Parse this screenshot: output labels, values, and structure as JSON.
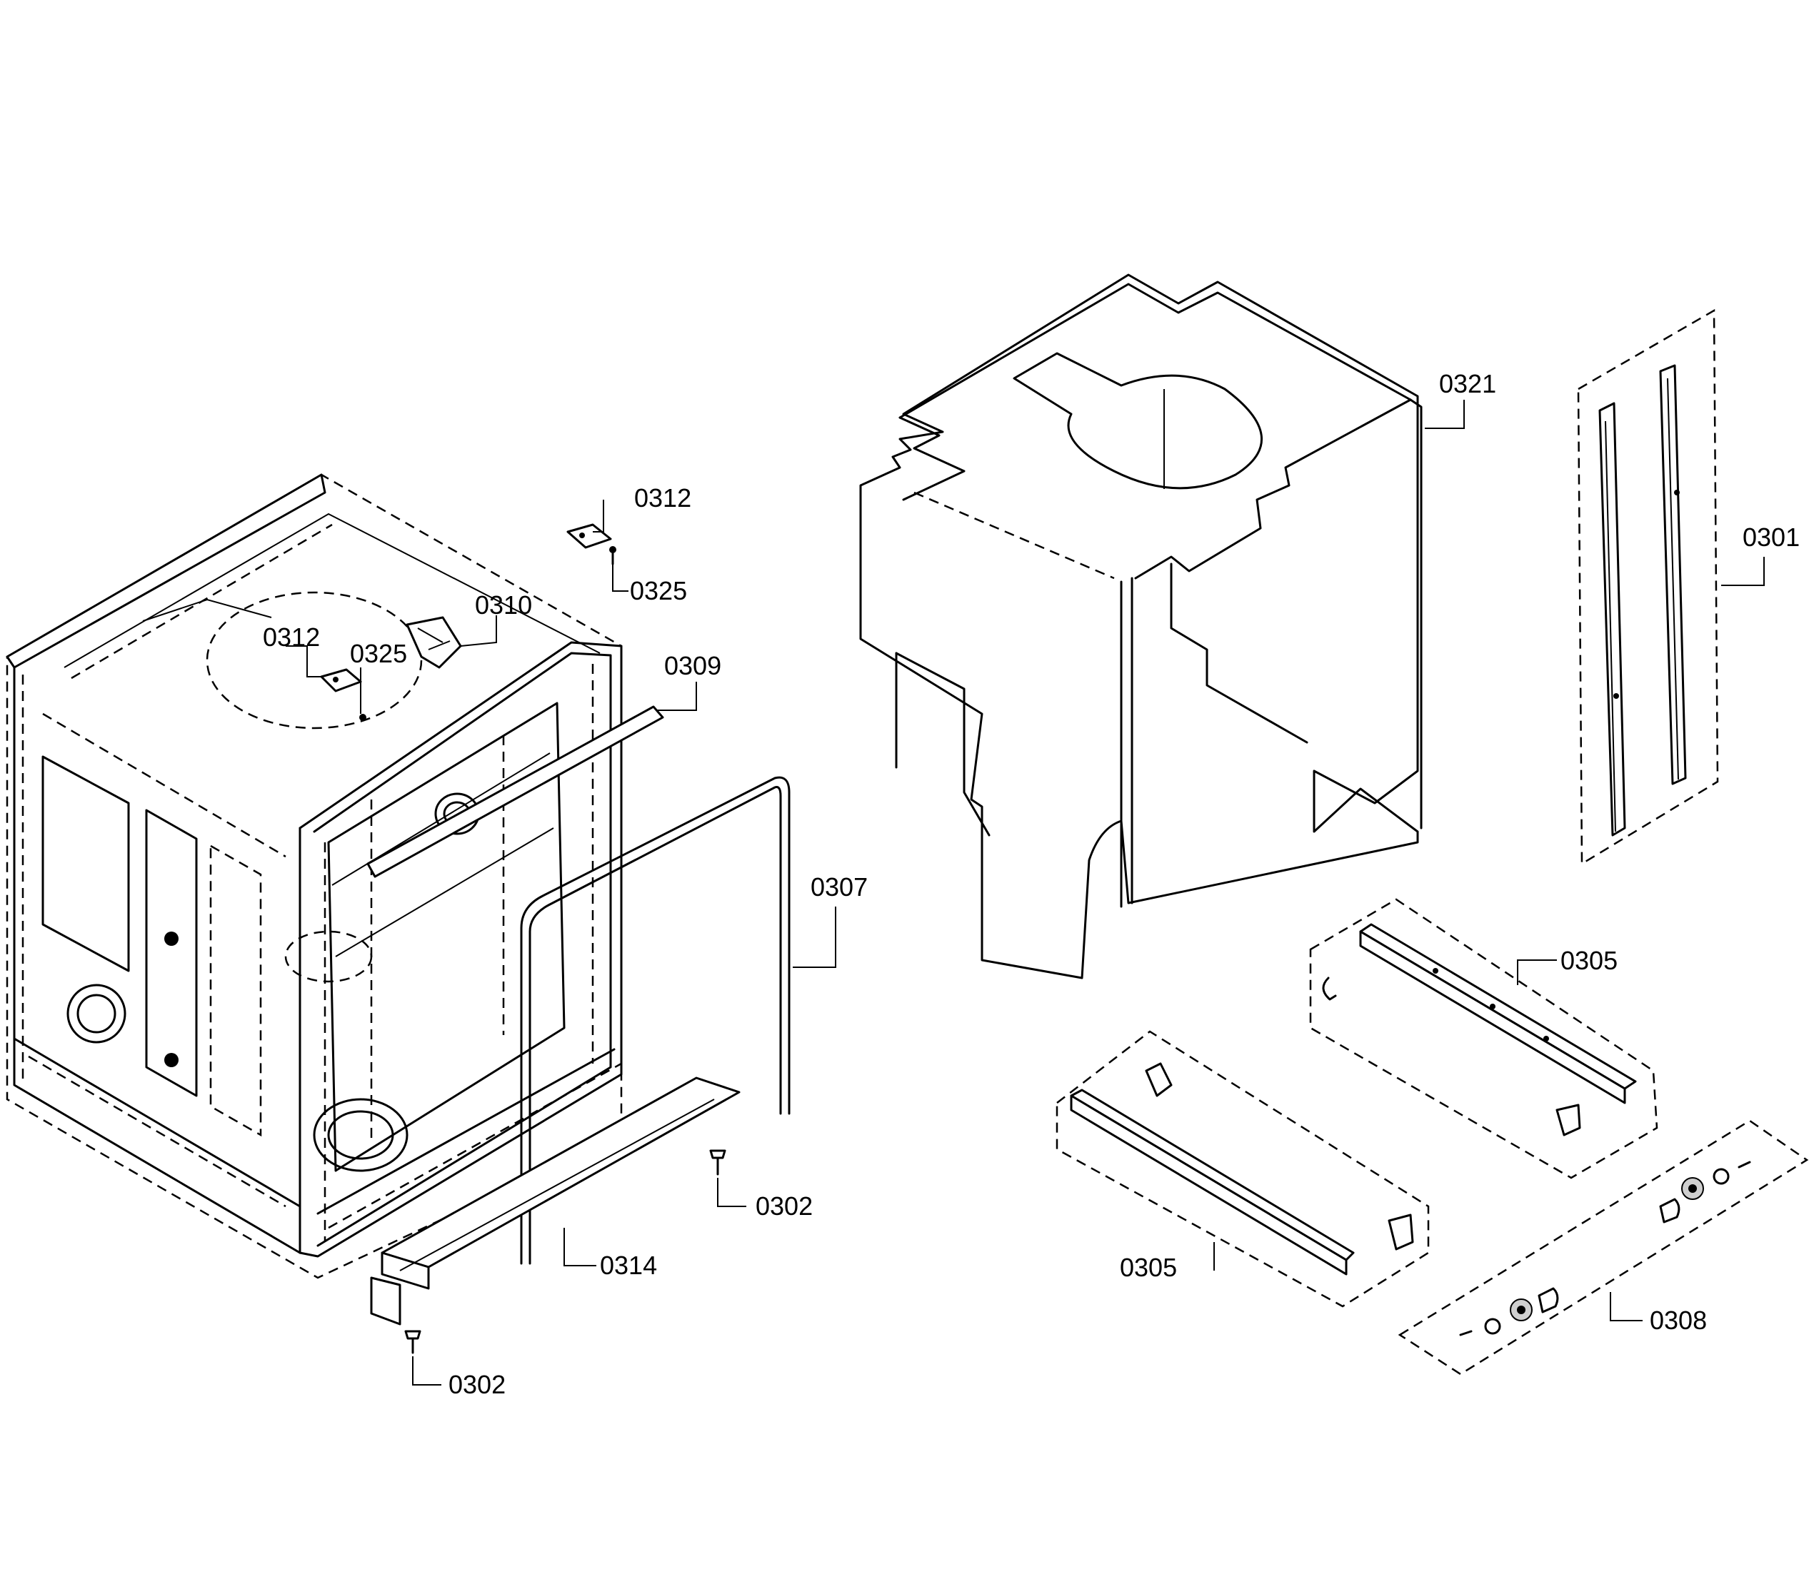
{
  "callouts": {
    "c0301": "0301",
    "c0302a": "0302",
    "c0302b": "0302",
    "c0305a": "0305",
    "c0305b": "0305",
    "c0307": "0307",
    "c0308": "0308",
    "c0309": "0309",
    "c0310": "0310",
    "c0312a": "0312",
    "c0312b": "0312",
    "c0314": "0314",
    "c0321": "0321",
    "c0325a": "0325",
    "c0325b": "0325"
  }
}
